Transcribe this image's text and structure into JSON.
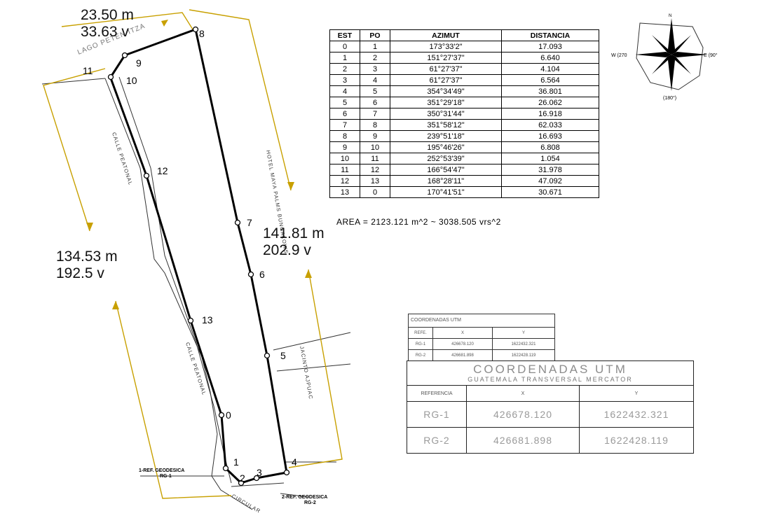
{
  "dimensions": {
    "top": [
      "23.50 m",
      "33.63 v"
    ],
    "left": [
      "134.53 m",
      "192.5 v"
    ],
    "right": [
      "141.81 m",
      "202.9 v"
    ]
  },
  "survey_table": {
    "headers": [
      "EST",
      "PO",
      "AZIMUT",
      "DISTANCIA"
    ],
    "rows": [
      [
        "0",
        "1",
        "173°33'2\"",
        "17.093"
      ],
      [
        "1",
        "2",
        "151°27'37\"",
        "6.640"
      ],
      [
        "2",
        "3",
        "61°27'37\"",
        "4.104"
      ],
      [
        "3",
        "4",
        "61°27'37\"",
        "6.564"
      ],
      [
        "4",
        "5",
        "354°34'49\"",
        "36.801"
      ],
      [
        "5",
        "6",
        "351°29'18\"",
        "26.062"
      ],
      [
        "6",
        "7",
        "350°31'44\"",
        "16.918"
      ],
      [
        "7",
        "8",
        "351°58'12\"",
        "62.033"
      ],
      [
        "8",
        "9",
        "239°51'18\"",
        "16.693"
      ],
      [
        "9",
        "10",
        "195°46'26\"",
        "6.808"
      ],
      [
        "10",
        "11",
        "252°53'39\"",
        "1.054"
      ],
      [
        "11",
        "12",
        "166°54'47\"",
        "31.978"
      ],
      [
        "12",
        "13",
        "168°28'11\"",
        "47.092"
      ],
      [
        "13",
        "0",
        "170°41'51\"",
        "30.671"
      ]
    ],
    "area": "AREA = 2123.121 m^2 ~ 3038.505 vrs^2"
  },
  "points": {
    "p0": "0",
    "p1": "1",
    "p2": "2",
    "p3": "3",
    "p4": "4",
    "p5": "5",
    "p6": "6",
    "p7": "7",
    "p8": "8",
    "p9": "9",
    "p10": "10",
    "p11": "11",
    "p12": "12",
    "p13": "13"
  },
  "labels": {
    "lago": "LAGO PETEN ITZA",
    "calle_top": "CALLE PEATONAL",
    "calle_bottom": "CALLE PEATONAL",
    "hotel": "HOTEL MAYA PALMS BUNGALOWS",
    "jacinto": "JACINTO AJPUAC",
    "circular": "CIRCULAR",
    "ref1_a": "1-REF. GEODESICA",
    "ref1_b": "RG-1",
    "ref2_a": "2-REF. GEODESICA",
    "ref2_b": "RG-2"
  },
  "compass": {
    "north": "N",
    "south": "(180°)",
    "east": "E (90°",
    "west": "W (270"
  },
  "utm_small": {
    "title": "COORDENADAS UTM",
    "headers": [
      "REFE.",
      "X",
      "Y"
    ],
    "rows": [
      [
        "RG-1",
        "426678.120",
        "1622432.321"
      ],
      [
        "RG-2",
        "426681.898",
        "1622428.119"
      ]
    ]
  },
  "utm_big": {
    "title": "COORDENADAS UTM",
    "subtitle": "GUATEMALA TRANSVERSAL MERCATOR",
    "headers": [
      "REFERENCIA",
      "X",
      "Y"
    ],
    "rows": [
      [
        "RG-1",
        "426678.120",
        "1622432.321"
      ],
      [
        "RG-2",
        "426681.898",
        "1622428.119"
      ]
    ]
  },
  "colors": {
    "dimension_lines": "#c8a000",
    "boundary": "#000000"
  }
}
